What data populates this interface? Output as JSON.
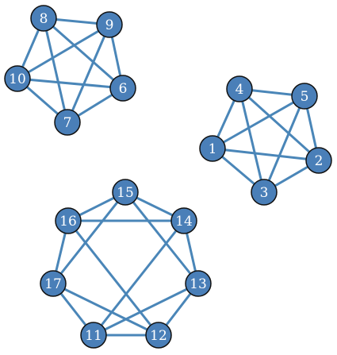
{
  "colors": {
    "node_fill": "#4a7fb8",
    "node_stroke": "#111111",
    "edge": "#4a86b8",
    "label": "#ffffff"
  },
  "graph": {
    "components": [
      {
        "name": "component-a",
        "nodes": [
          "6",
          "7",
          "8",
          "9",
          "10"
        ],
        "edges": [
          [
            "8",
            "9"
          ],
          [
            "8",
            "10"
          ],
          [
            "8",
            "7"
          ],
          [
            "8",
            "6"
          ],
          [
            "9",
            "10"
          ],
          [
            "9",
            "7"
          ],
          [
            "9",
            "6"
          ],
          [
            "10",
            "6"
          ],
          [
            "10",
            "7"
          ],
          [
            "7",
            "6"
          ]
        ]
      },
      {
        "name": "component-b",
        "nodes": [
          "1",
          "2",
          "3",
          "4",
          "5"
        ],
        "edges": [
          [
            "4",
            "5"
          ],
          [
            "4",
            "1"
          ],
          [
            "4",
            "3"
          ],
          [
            "4",
            "2"
          ],
          [
            "5",
            "1"
          ],
          [
            "5",
            "2"
          ],
          [
            "5",
            "3"
          ],
          [
            "1",
            "2"
          ],
          [
            "1",
            "3"
          ],
          [
            "2",
            "3"
          ]
        ]
      },
      {
        "name": "component-c",
        "nodes": [
          "11",
          "12",
          "13",
          "14",
          "15",
          "16",
          "17"
        ],
        "edges": [
          [
            "15",
            "16"
          ],
          [
            "15",
            "14"
          ],
          [
            "15",
            "17"
          ],
          [
            "15",
            "13"
          ],
          [
            "16",
            "14"
          ],
          [
            "16",
            "17"
          ],
          [
            "16",
            "12"
          ],
          [
            "14",
            "13"
          ],
          [
            "14",
            "11"
          ],
          [
            "17",
            "11"
          ],
          [
            "17",
            "12"
          ],
          [
            "13",
            "12"
          ],
          [
            "13",
            "11"
          ],
          [
            "11",
            "12"
          ]
        ]
      }
    ]
  }
}
